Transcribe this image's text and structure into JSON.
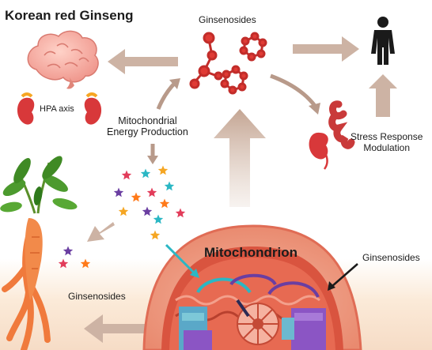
{
  "labels": {
    "title": "Korean red Ginseng",
    "ginsenosides_top": "Ginsenosides",
    "hpa_axis": "HPA axis",
    "mito_energy_line1": "Mitochondrial",
    "mito_energy_line2": "Energy Production",
    "stress_line1": "Stress Response",
    "stress_line2": "Modulation",
    "mitochondrion": "Mitochondrion",
    "ginsenosides_right": "Ginsenosides",
    "ginsenosides_left": "Ginsenosides"
  },
  "icons": {
    "brain": "brain-icon",
    "kidney_left": "adrenal-kidney-icon",
    "kidney_right": "adrenal-kidney-icon",
    "person": "person-icon",
    "molecules": "ginsenoside-molecule-icon",
    "root": "ginseng-root-icon",
    "stars": "energy-sparkle-icon",
    "intestine": "intestine-icon",
    "mitochondrion": "mitochondrion-icon"
  },
  "colors": {
    "arrow": "#c9ab9a",
    "molecule": "#e03b35",
    "root": "#f07a3c",
    "leaf": "#4c9a2e",
    "mito_outer": "#ec8a72",
    "mito_inner": "#d9543f",
    "brain": "#f6a9a0",
    "kidney": "#d8383a",
    "person": "#1a1a1a",
    "star_palette": [
      "#e23c5a",
      "#2bb7c4",
      "#f5a623",
      "#6a3ea1",
      "#ff7a1a"
    ]
  }
}
